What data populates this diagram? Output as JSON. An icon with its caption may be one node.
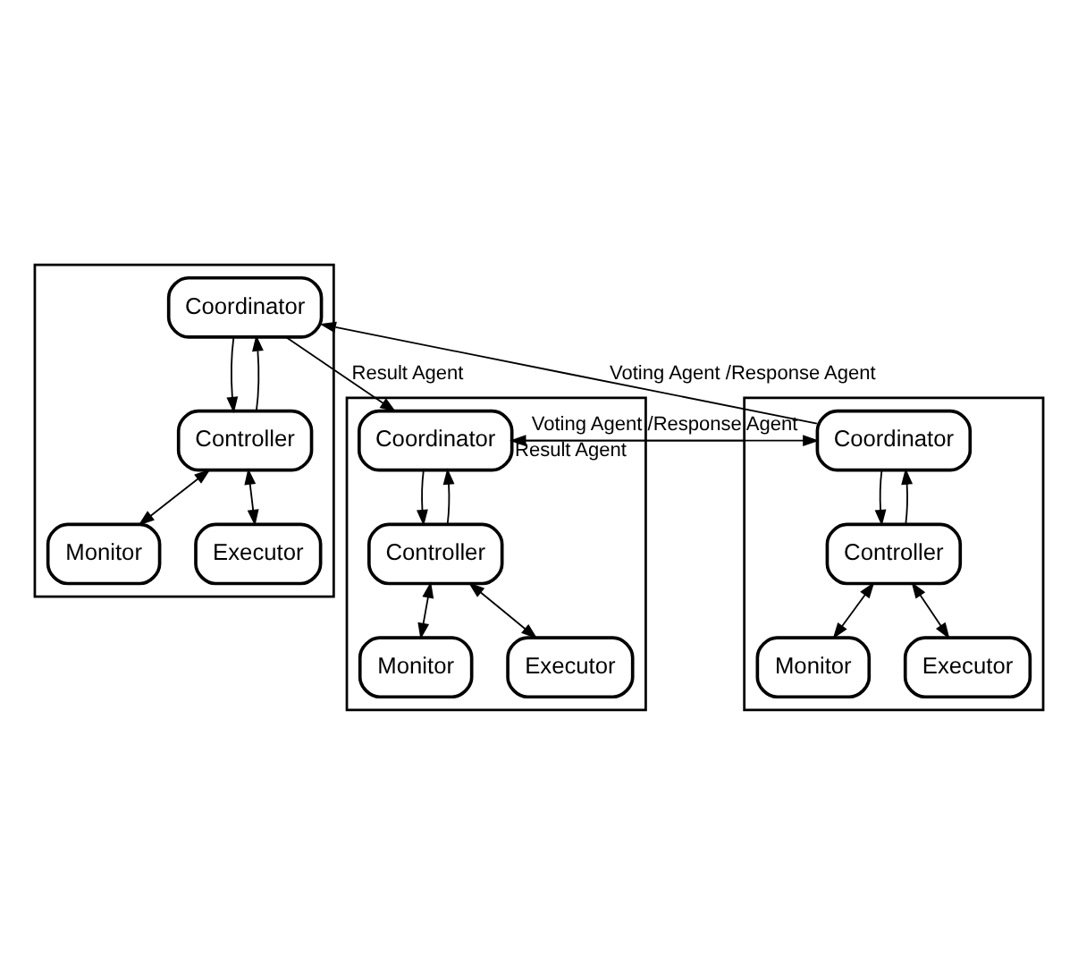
{
  "diagram": {
    "nodes": [
      {
        "text": [],
        "shape": "box"
      },
      {
        "text": [
          "Coordinator"
        ],
        "in": 0
      },
      {
        "text": [
          "Controller"
        ],
        "in": 0
      },
      {
        "text": [
          "Monitor"
        ],
        "in": 0
      },
      {
        "text": [
          "Executor"
        ],
        "in": 0
      },
      {
        "text": [],
        "shape": "box"
      },
      {
        "text": [
          "Coordinator"
        ],
        "in": 5
      },
      {
        "text": [
          "Controller"
        ],
        "in": 5
      },
      {
        "text": [
          "Monitor"
        ],
        "in": 5
      },
      {
        "text": [
          "Executor"
        ],
        "in": 5
      },
      {
        "text": [],
        "shape": "box"
      },
      {
        "text": [
          "Coordinator"
        ],
        "in": 10
      },
      {
        "text": [
          "Controller"
        ],
        "in": 10
      },
      {
        "text": [
          "Monitor"
        ],
        "in": 10
      },
      {
        "text": [
          "Executor"
        ],
        "in": 10
      }
    ],
    "edges": [
      {
        "from": 2,
        "to": 1,
        "arrow": "to"
      },
      {
        "from": 1,
        "to": 2,
        "arrow": "to"
      },
      {
        "from": 2,
        "to": 3,
        "arrow": "both"
      },
      {
        "from": 2,
        "to": 4,
        "arrow": "both"
      },
      {
        "from": 7,
        "to": 6,
        "arrow": "to"
      },
      {
        "from": 6,
        "to": 7,
        "arrow": "to"
      },
      {
        "from": 7,
        "to": 8,
        "arrow": "both"
      },
      {
        "from": 7,
        "to": 9,
        "arrow": "both"
      },
      {
        "from": 12,
        "to": 11,
        "arrow": "to"
      },
      {
        "from": 11,
        "to": 12,
        "arrow": "to"
      },
      {
        "from": 12,
        "to": 13,
        "arrow": "both"
      },
      {
        "from": 12,
        "to": 14,
        "arrow": "both"
      },
      {
        "from": 1,
        "to": 6,
        "arrow": "to",
        "label": "Result Agent"
      },
      {
        "from": 11,
        "to": 1,
        "arrow": "to",
        "label": "Voting Agent /Response Agent"
      },
      {
        "from": 10,
        "to": 6,
        "arrow": "to",
        "label": "Result Agent"
      },
      {
        "from": 6,
        "to": 11,
        "arrow": "to",
        "label": "Voting Agent /Response Agent"
      }
    ]
  }
}
